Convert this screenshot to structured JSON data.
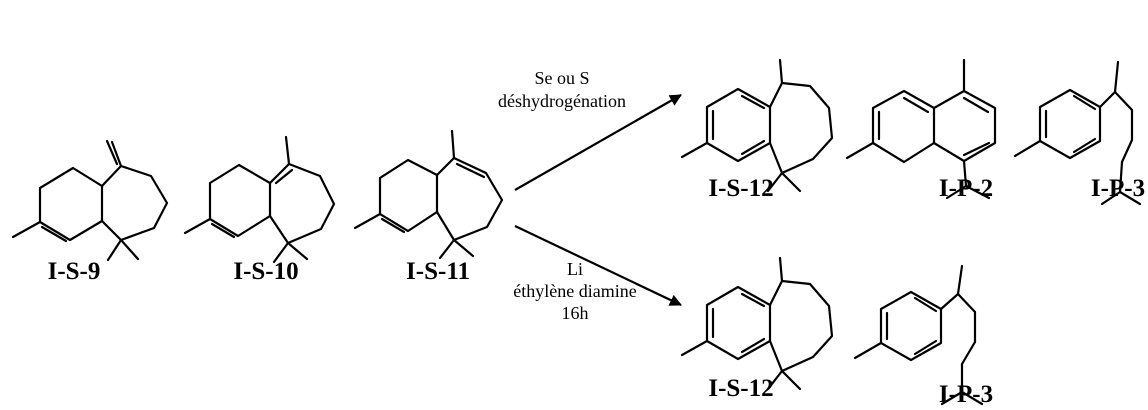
{
  "compounds": {
    "is9": "I-S-9",
    "is10": "I-S-10",
    "is11": "I-S-11",
    "is12_top": "I-S-12",
    "ip2": "I-P-2",
    "ip3_top": "I-P-3",
    "is12_bottom": "I-S-12",
    "ip3_bottom": "I-P-3"
  },
  "reactions": {
    "top": {
      "line1": "Se ou S",
      "line2": "déshydrogénation"
    },
    "bottom": {
      "line1": "Li",
      "line2": "éthylène diamine",
      "line3": "16h"
    }
  }
}
